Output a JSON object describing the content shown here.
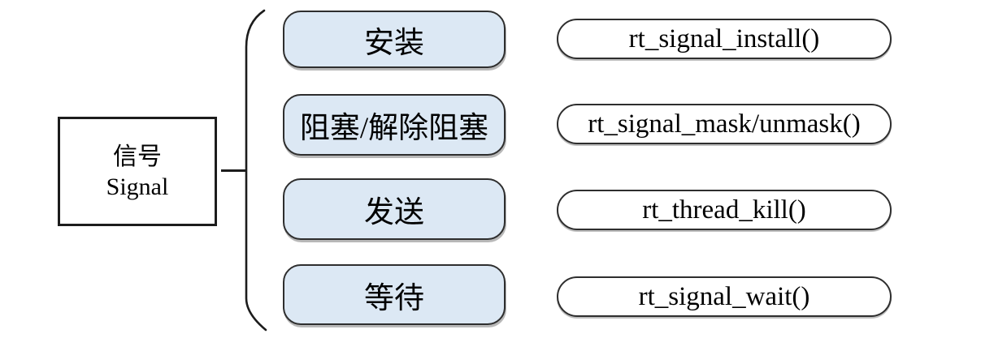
{
  "diagram": {
    "root": {
      "title_zh": "信号",
      "title_en": "Signal"
    },
    "rows": [
      {
        "operation": "安装",
        "api": "rt_signal_install()"
      },
      {
        "operation": "阻塞/解除阻塞",
        "api": "rt_signal_mask/unmask()"
      },
      {
        "operation": "发送",
        "api": "rt_thread_kill()"
      },
      {
        "operation": "等待",
        "api": "rt_signal_wait()"
      }
    ],
    "colors": {
      "operation_fill": "#dce8f4",
      "api_fill": "#ffffff",
      "outline": "#2e2e2e",
      "background": "#ffffff"
    }
  }
}
